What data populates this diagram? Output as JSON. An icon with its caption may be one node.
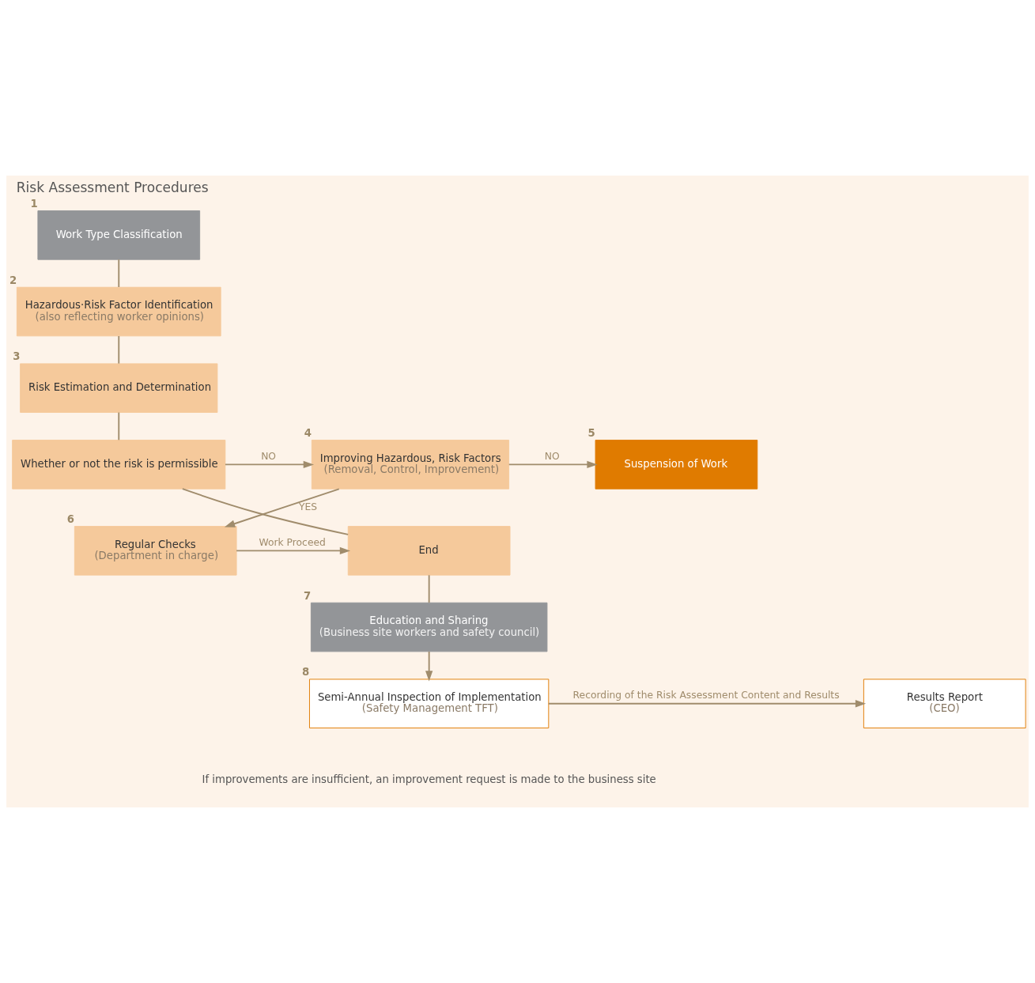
{
  "diagram": {
    "title": "Risk Assessment Procedures",
    "nodes": [
      {
        "text": [
          "Work Type Classification"
        ],
        "beside": [
          "1"
        ]
      },
      {
        "text": [
          "Hazardous·Risk Factor Identification",
          "(also reflecting worker opinions)"
        ],
        "beside": [
          "2"
        ]
      },
      {
        "text": [
          "Risk Estimation and Determination"
        ],
        "beside": [
          "3"
        ]
      },
      {
        "text": [
          "Whether or not the risk is permissible"
        ]
      },
      {
        "text": [
          "Improving Hazardous, Risk Factors",
          "(Removal, Control, Improvement)"
        ],
        "beside": [
          "4"
        ]
      },
      {
        "text": [
          "Suspension of Work"
        ],
        "beside": [
          "5"
        ]
      },
      {
        "text": [
          "End"
        ]
      },
      {
        "text": [
          "Regular Checks",
          "(Department in charge)"
        ],
        "beside": [
          "6"
        ]
      },
      {
        "text": [
          "Education and Sharing",
          "(Business site workers and safety council)"
        ],
        "beside": [
          "7"
        ]
      },
      {
        "text": [
          "Semi-Annual Inspection of Implementation",
          "(Safety Management TFT)"
        ],
        "beside": [
          "8"
        ]
      },
      {
        "text": [
          "Results Report",
          "(CEO)"
        ]
      }
    ],
    "edges": [
      {
        "from": 0,
        "to": 1,
        "arrow": "none"
      },
      {
        "from": 1,
        "to": 2,
        "arrow": "none"
      },
      {
        "from": 2,
        "to": 3,
        "arrow": "none"
      },
      {
        "from": 3,
        "to": 4,
        "arrow": "to",
        "label": "NO"
      },
      {
        "from": 4,
        "to": 5,
        "arrow": "to",
        "label": "NO"
      },
      {
        "from": 4,
        "to": 7,
        "arrow": "to",
        "label": "YES"
      },
      {
        "from": 7,
        "to": 6,
        "arrow": "to",
        "label": "Work Proceed"
      },
      {
        "from": 3,
        "to": 6,
        "arrow": "none"
      },
      {
        "from": 6,
        "to": 8,
        "arrow": "none"
      },
      {
        "from": 8,
        "to": 9,
        "arrow": "to"
      },
      {
        "from": 9,
        "to": 10,
        "arrow": "to",
        "label": "Recording of the Risk Assessment Content and Results"
      }
    ],
    "labels": [
      "If improvements are insufficient, an improvement request is made to the business site"
    ]
  }
}
